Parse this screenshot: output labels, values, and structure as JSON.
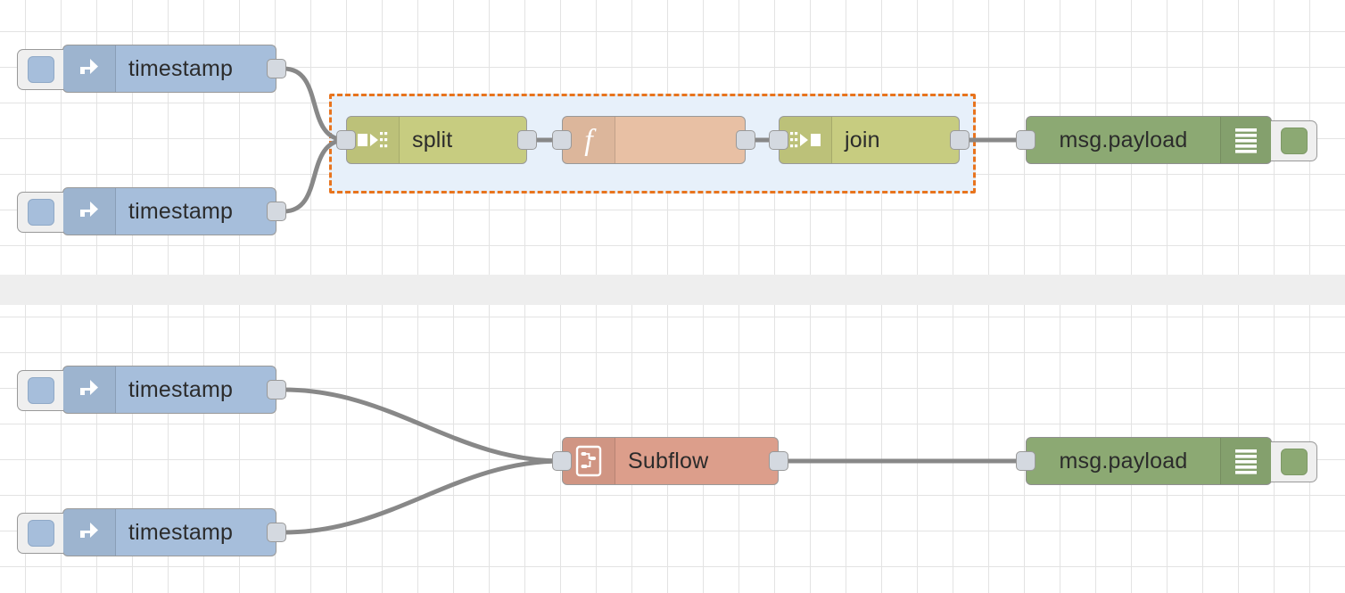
{
  "editor": {
    "name": "node-red-flow-editor",
    "background": "#ffffff",
    "grid_color": "#e3e3e3",
    "grid_size": 40,
    "separator_color": "#eeeeee",
    "wire_color": "#888888",
    "selection": {
      "border_color": "#e8741e",
      "fill_color": "#e7f0fa",
      "style": "dashed"
    }
  },
  "flows": [
    {
      "id": "flow-top",
      "nodes": [
        {
          "id": "inject-1",
          "type": "inject",
          "label": "timestamp",
          "icon": "inject-arrow-icon",
          "color": "#a6bedb",
          "button": "inject-button"
        },
        {
          "id": "inject-2",
          "type": "inject",
          "label": "timestamp",
          "icon": "inject-arrow-icon",
          "color": "#a6bedb",
          "button": "inject-button"
        },
        {
          "id": "split-1",
          "type": "split",
          "label": "split",
          "icon": "split-icon",
          "color": "#c7cc80"
        },
        {
          "id": "function-1",
          "type": "function",
          "label": "",
          "icon": "function-f-icon",
          "color": "#e8c0a4"
        },
        {
          "id": "join-1",
          "type": "join",
          "label": "join",
          "icon": "join-icon",
          "color": "#c7cc80"
        },
        {
          "id": "debug-1",
          "type": "debug",
          "label": "msg.payload",
          "icon": "debug-lines-icon",
          "color": "#8ca973",
          "button": "debug-toggle-button"
        }
      ]
    },
    {
      "id": "flow-bottom",
      "nodes": [
        {
          "id": "inject-3",
          "type": "inject",
          "label": "timestamp",
          "icon": "inject-arrow-icon",
          "color": "#a6bedb",
          "button": "inject-button"
        },
        {
          "id": "inject-4",
          "type": "inject",
          "label": "timestamp",
          "icon": "inject-arrow-icon",
          "color": "#a6bedb",
          "button": "inject-button"
        },
        {
          "id": "subflow-1",
          "type": "subflow",
          "label": "Subflow",
          "icon": "subflow-icon",
          "color": "#dc9e8b"
        },
        {
          "id": "debug-2",
          "type": "debug",
          "label": "msg.payload",
          "icon": "debug-lines-icon",
          "color": "#8ca973",
          "button": "debug-toggle-button"
        }
      ]
    }
  ]
}
